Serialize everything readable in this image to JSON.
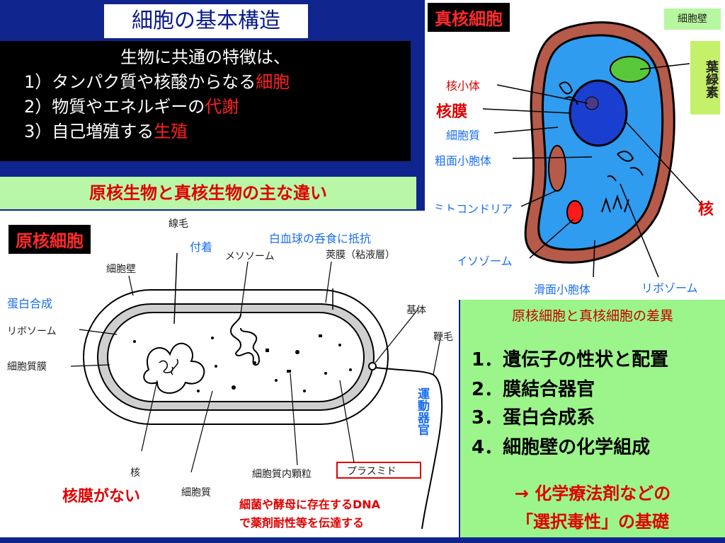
{
  "title": "細胞の基本構造",
  "features": {
    "intro": "生物に共通の特徴は、",
    "items": [
      {
        "prefix": "1）タンパク質や核酸からなる",
        "highlight": "細胞"
      },
      {
        "prefix": "2）物質やエネルギーの",
        "highlight": "代謝"
      },
      {
        "prefix": "3）自己増殖する",
        "highlight": "生殖"
      }
    ]
  },
  "main_diff": "原核生物と真核生物の主な違い",
  "prokaryote": {
    "label": "原核細胞",
    "annotations": {
      "flagellum_pilus": "線毛",
      "attachment": "付着",
      "resist": "白血球の呑食に抵抗",
      "cell_wall": "細胞壁",
      "mesosome": "メソソーム",
      "capsule": "莢膜（粘液層）",
      "protein_synth": "蛋白合成",
      "ribosome": "リボソーム",
      "membrane": "細胞質膜",
      "basal_body": "基体",
      "flagellum": "鞭毛",
      "motility": "運動器官",
      "nucleus": "核",
      "cytoplasm": "細胞質",
      "granule": "細胞質内顆粒",
      "plasmid": "プラスミド",
      "no_membrane": "核膜がない",
      "plasmid_note1": "細菌や酵母に存在するDNA",
      "plasmid_note2": "で薬剤耐性等を伝達する"
    }
  },
  "eukaryote": {
    "label": "真核細胞",
    "annotations": {
      "cell_wall": "細胞壁",
      "chloroplast": "葉緑素",
      "nucleolus": "核小体",
      "nuclear_membrane": "核膜",
      "cytoplasm": "細胞質",
      "rough_er": "粗面小胞体",
      "mitochondria": "ミトコンドリア",
      "nucleus": "核",
      "lysosome": "ライソゾーム",
      "smooth_er": "滑面小胞体",
      "ribosome": "リボゾーム"
    }
  },
  "differences": {
    "title": "原核細胞と真核細胞の差異",
    "items": [
      "1．遺伝子の性状と配置",
      "2．膜結合器官",
      "3．蛋白合成系",
      "4．細胞壁の化学組成"
    ],
    "conclusion1": "→  化学療法剤などの",
    "conclusion2": "「選択毒性」の基礎"
  },
  "colors": {
    "background": "#10248e",
    "highlight_red": "#ff2020",
    "green_panel": "#9bf58a",
    "cell_blue": "#2f9cf0",
    "cell_wall_brown": "#b65a4a"
  }
}
